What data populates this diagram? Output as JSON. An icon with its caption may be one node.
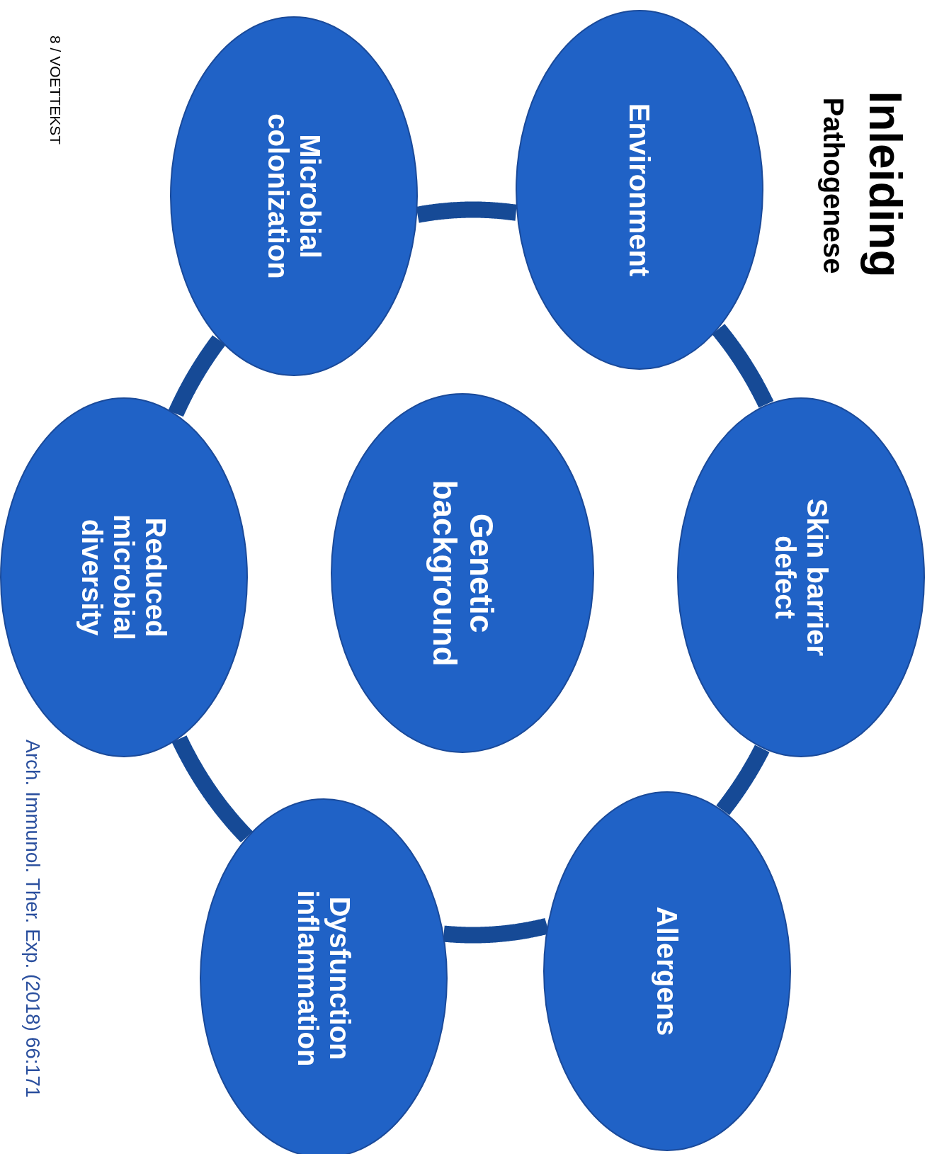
{
  "diagram": {
    "title": "Inleiding",
    "nodes": [
      {
        "text": [
          "Environment"
        ]
      },
      {
        "text": [
          "Microbial colonization"
        ]
      },
      {
        "text": [
          "Skin barrier defect"
        ]
      },
      {
        "text": [
          "Genetic background"
        ]
      },
      {
        "text": [
          "Reduced microbial diversity"
        ]
      },
      {
        "text": [
          "Allergens"
        ]
      },
      {
        "text": [
          "Dysfunction inflammation"
        ]
      }
    ],
    "edges": [
      {
        "from": 0,
        "to": 1,
        "arrow": "none"
      },
      {
        "from": 1,
        "to": 4,
        "arrow": "none"
      },
      {
        "from": 4,
        "to": 6,
        "arrow": "none"
      },
      {
        "from": 6,
        "to": 5,
        "arrow": "none"
      },
      {
        "from": 5,
        "to": 2,
        "arrow": "none"
      },
      {
        "from": 2,
        "to": 0,
        "arrow": "none"
      }
    ],
    "labels": [
      "Pathogenese",
      "8 / VOETTEKST",
      "Arch. Immunol. Ther. Exp. (2018) 66:171"
    ]
  }
}
